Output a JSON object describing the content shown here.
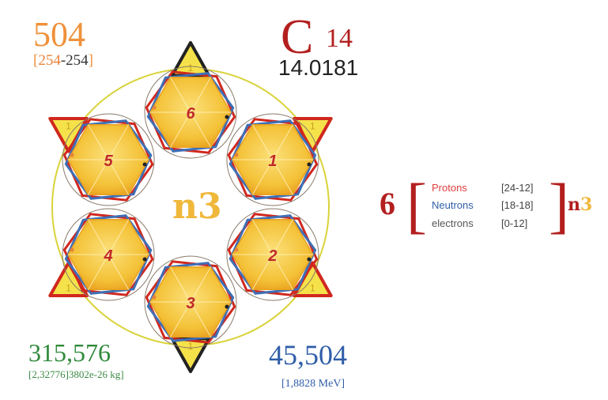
{
  "element": {
    "symbol": "C",
    "mass_number": "14",
    "atomic_mass": "14.0181"
  },
  "top_left": {
    "value": "504",
    "bracket_open": "[",
    "left_value": "254",
    "separator": "-",
    "right_value": "254",
    "bracket_close": "]"
  },
  "center_label": "n3",
  "hexagons": [
    {
      "label": "6"
    },
    {
      "label": "1"
    },
    {
      "label": "2"
    },
    {
      "label": "3"
    },
    {
      "label": "4"
    },
    {
      "label": "5"
    }
  ],
  "triangles": [
    {
      "label": "1"
    },
    {
      "label": "1"
    },
    {
      "label": "1"
    },
    {
      "label": "1"
    },
    {
      "label": "1"
    },
    {
      "label": "1"
    }
  ],
  "bottom_left": {
    "value": "315,576",
    "sub": "[2,32776]3802e-26 kg]"
  },
  "bottom_right": {
    "value": "45,504",
    "sub": "[1,8828 MeV]"
  },
  "legend": {
    "shell_number": "6",
    "open_bracket": "[",
    "close_bracket": "]",
    "rows": [
      {
        "label": "Protons",
        "value": "[24-12]"
      },
      {
        "label": "Neutrons",
        "value": "[18-18]"
      },
      {
        "label": "electrons",
        "value": "[0-12]"
      }
    ],
    "shell_name_a": "n",
    "shell_name_b": "3"
  },
  "colors": {
    "hex_fill": "#f4c238",
    "hex_dark": "#e9a01e",
    "proton_red": "#d0281e",
    "neutron_blue": "#3e6fb5",
    "circle_yellow": "#d9d33a",
    "triangle_yellow": "#f5e24a"
  }
}
